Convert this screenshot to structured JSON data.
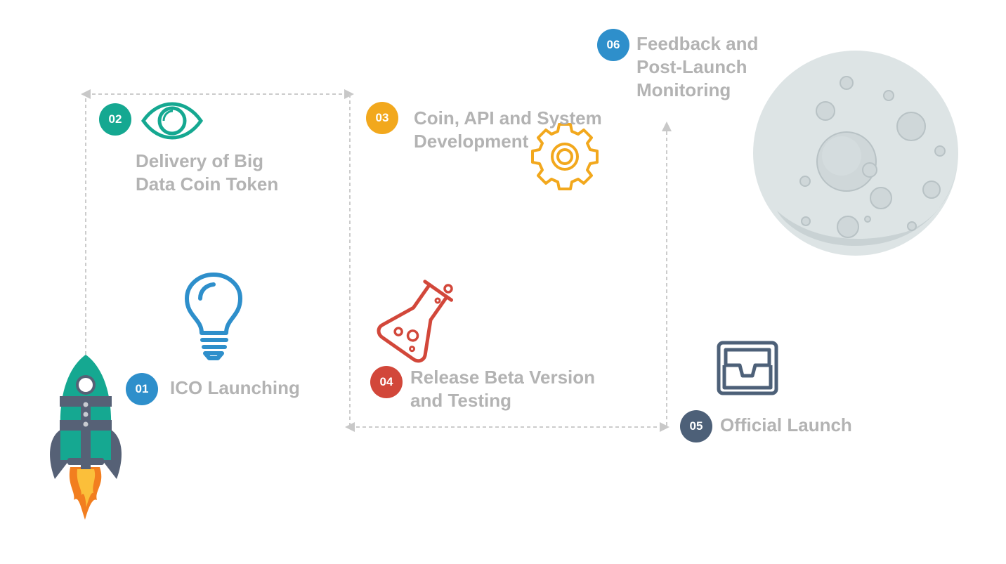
{
  "steps": [
    {
      "number": "01",
      "lines": [
        "ICO Launching"
      ],
      "color": "#2e8fcb",
      "icon": "lightbulb-icon"
    },
    {
      "number": "02",
      "lines": [
        "Delivery of Big",
        "Data Coin Token"
      ],
      "color": "#15a891",
      "icon": "eye-icon"
    },
    {
      "number": "03",
      "lines": [
        "Coin, API and System",
        "Development"
      ],
      "color": "#f2a81d",
      "icon": "gear-icon"
    },
    {
      "number": "04",
      "lines": [
        "Release Beta Version",
        "and Testing"
      ],
      "color": "#d2473a",
      "icon": "flask-icon"
    },
    {
      "number": "05",
      "lines": [
        "Official Launch"
      ],
      "color": "#4d6078",
      "icon": "inbox-tray-icon"
    },
    {
      "number": "06",
      "lines": [
        "Feedback and",
        "Post-Launch",
        "Monitoring"
      ],
      "color": "#2e8fcb",
      "icon": "moon-illustration"
    }
  ],
  "colors": {
    "label_text": "#b3b3b3",
    "connector": "#cccccc",
    "moon": "#dce3e4"
  },
  "decor": {
    "start_icon": "rocket-icon",
    "destination_icon": "moon-illustration"
  }
}
